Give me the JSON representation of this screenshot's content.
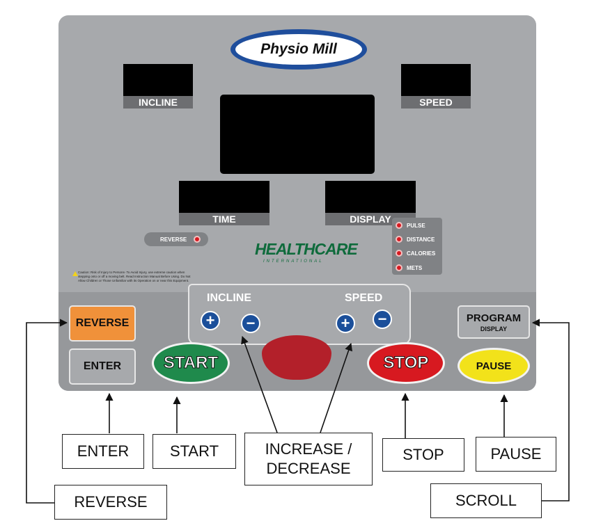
{
  "brand": {
    "logo_text": "Physio Mill",
    "maker_text": "HEALTHCARE",
    "maker_sub": "INTERNATIONAL"
  },
  "displays": {
    "incline": "INCLINE",
    "speed": "SPEED",
    "time": "TIME",
    "display": "DISPLAY"
  },
  "indicators": [
    "PULSE",
    "DISTANCE",
    "CALORIES",
    "METS"
  ],
  "reverse_indicator": "REVERSE",
  "caution_text": "Caution: Risk of Injury to Persons- To Avoid Injury, use extreme caution when stepping onto or off a moving belt. Read Instruction Manual Before Using. Do Not Allow Children or Those Unfamiliar with its Operation on or near this Equipment.",
  "adjust_panel": {
    "incline_label": "INCLINE",
    "speed_label": "SPEED"
  },
  "buttons": {
    "reverse": "REVERSE",
    "enter": "ENTER",
    "start": "START",
    "stop": "STOP",
    "program": "PROGRAM",
    "program_sub": "DISPLAY",
    "pause": "PAUSE"
  },
  "callouts": {
    "enter": "ENTER",
    "start": "START",
    "increase_decrease_line1": "INCREASE /",
    "increase_decrease_line2": "DECREASE",
    "stop": "STOP",
    "pause": "PAUSE",
    "reverse": "REVERSE",
    "scroll": "SCROLL"
  },
  "colors": {
    "panel": "#a7a9ac",
    "reverse_btn": "#f0913a",
    "start_btn": "#1f8a4c",
    "stop_btn": "#d71920",
    "pause_btn": "#f2e21a",
    "emergency": "#b3202a",
    "round_btn": "#1b4f9a"
  }
}
